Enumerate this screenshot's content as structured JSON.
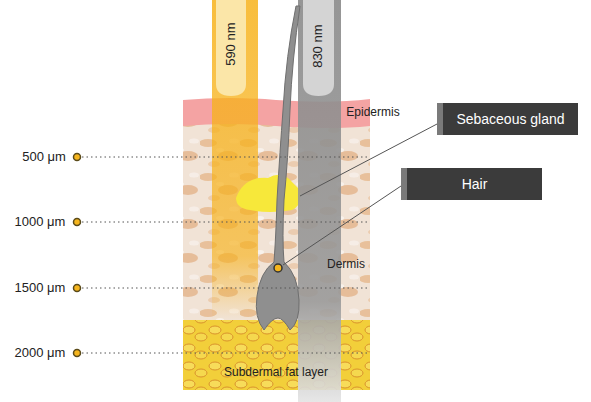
{
  "diagram": {
    "nodes": [
      {
        "text": [
          "Sebaceous gland"
        ]
      },
      {
        "text": [
          "Hair"
        ]
      }
    ],
    "labels": [
      "590 nm",
      "830 nm",
      "Epidermis",
      "500 μm",
      "1000 μm",
      "1500 μm",
      "2000 μm",
      "Dermis",
      "Subdermal fat layer"
    ]
  }
}
